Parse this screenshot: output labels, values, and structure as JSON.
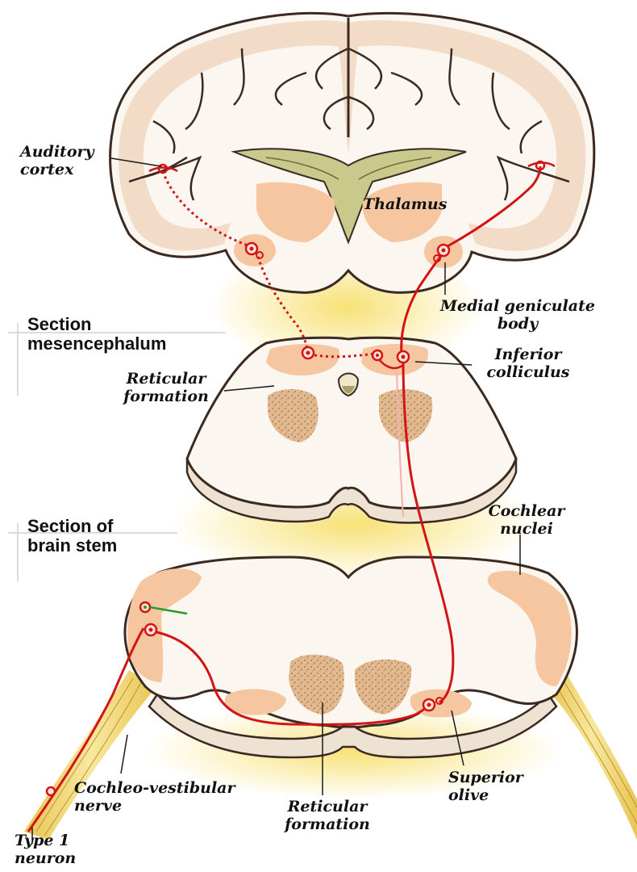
{
  "labels": {
    "auditory_cortex_1": "Auditory",
    "auditory_cortex_2": "cortex",
    "thalamus": "Thalamus",
    "medial_geniculate_1": "Medial geniculate",
    "medial_geniculate_2": "body",
    "section_mesencephalum_1": "Section",
    "section_mesencephalum_2": "mesencephalum",
    "inferior_colliculus_1": "Inferior",
    "inferior_colliculus_2": "colliculus",
    "reticular_formation_upper_1": "Reticular",
    "reticular_formation_upper_2": "formation",
    "section_brain_stem_1": "Section of",
    "section_brain_stem_2": "brain stem",
    "cochlear_nuclei_1": "Cochlear",
    "cochlear_nuclei_2": "nuclei",
    "cochleo_vestibular_1": "Cochleo-vestibular",
    "cochleo_vestibular_2": "nerve",
    "reticular_formation_lower_1": "Reticular",
    "reticular_formation_lower_2": "formation",
    "superior_olive_1": "Superior",
    "superior_olive_2": "olive",
    "type1_neuron_1": "Type 1",
    "type1_neuron_2": "neuron"
  },
  "colors": {
    "pathway_red": "#d41414",
    "nucleus_peach": "#f6c6a0",
    "brain_fill": "#fbf6ef",
    "cortex_fill": "#f1d9c3",
    "outline": "#3a2a22",
    "glow_yellow": "#f7e06a",
    "ventricle_green": "#c8c98a",
    "green_fiber": "#2a9a2a"
  }
}
